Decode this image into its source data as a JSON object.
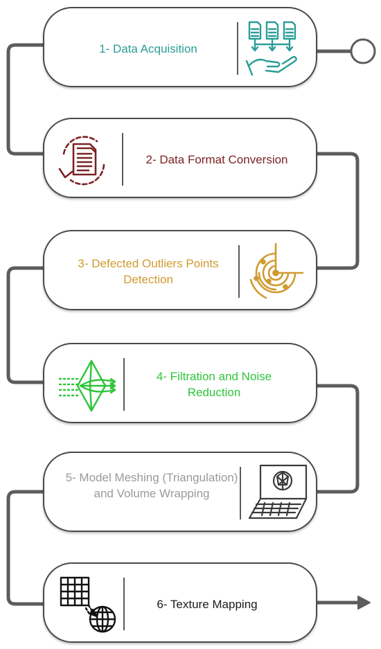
{
  "steps": [
    {
      "label": "1- Data Acquisition",
      "color": "#2a9d97",
      "icon": "data-acquisition-icon"
    },
    {
      "label": "2- Data Format Conversion",
      "color": "#7b2222",
      "icon": "document-conversion-icon"
    },
    {
      "label": "3- Defected Outliers Points Detection",
      "color": "#d09a30",
      "icon": "radar-detection-icon"
    },
    {
      "label": "4- Filtration and Noise Reduction",
      "color": "#2ec43a",
      "icon": "filter-noise-icon"
    },
    {
      "label": "5- Model Meshing (Triangulation) and Volume Wrapping",
      "color": "#9a9a9a",
      "icon": "laptop-mesh-icon"
    },
    {
      "label": "6- Texture Mapping",
      "color": "#1a1a1a",
      "icon": "texture-globe-icon"
    }
  ],
  "connector_color": "#5c5c5c"
}
